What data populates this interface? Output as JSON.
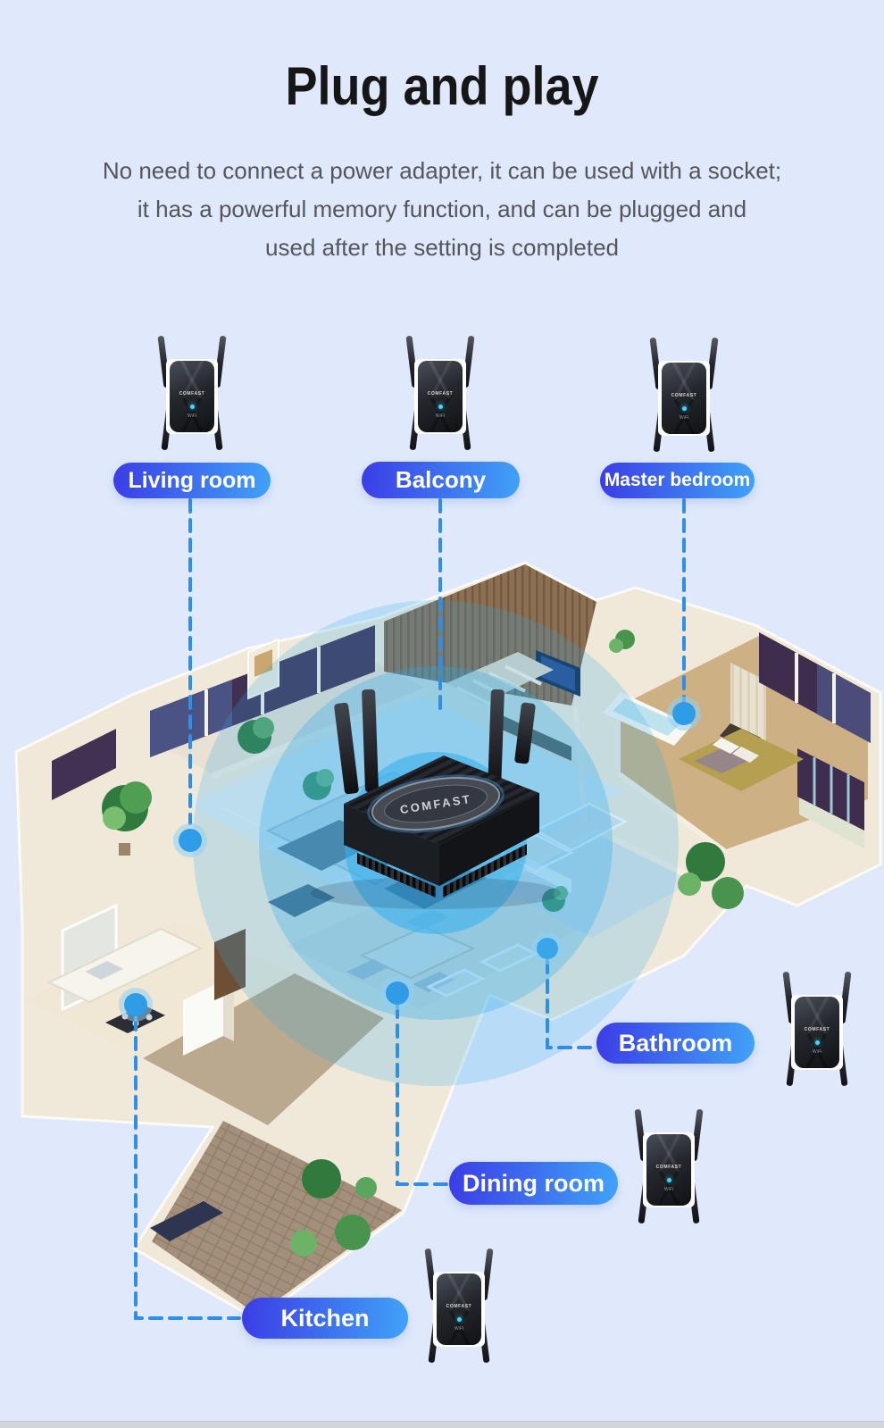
{
  "header": {
    "title": "Plug and play",
    "subtitle_lines": [
      "No need to connect a power adapter, it can be used with a socket;",
      "it has a powerful memory function, and can be plugged and",
      "used after the setting is completed"
    ]
  },
  "brand": {
    "router_label": "COMFAST",
    "repeater_label": "COMFAST",
    "repeater_sub_label": "WiFi"
  },
  "rooms": [
    {
      "id": "living-room",
      "label": "Living room"
    },
    {
      "id": "balcony",
      "label": "Balcony"
    },
    {
      "id": "master-bedroom",
      "label": "Master bedroom"
    },
    {
      "id": "bathroom",
      "label": "Bathroom"
    },
    {
      "id": "dining-room",
      "label": "Dining room"
    },
    {
      "id": "kitchen",
      "label": "Kitchen"
    }
  ],
  "colors": {
    "background": "#dfe9fb",
    "pill_gradient_start": "#3b3de6",
    "pill_gradient_end": "#40a2f7",
    "dashed_connector": "#2f8fe8",
    "wifi_circle": "#2fa9ea",
    "title_text": "#161616",
    "subtitle_text": "#54565c"
  }
}
